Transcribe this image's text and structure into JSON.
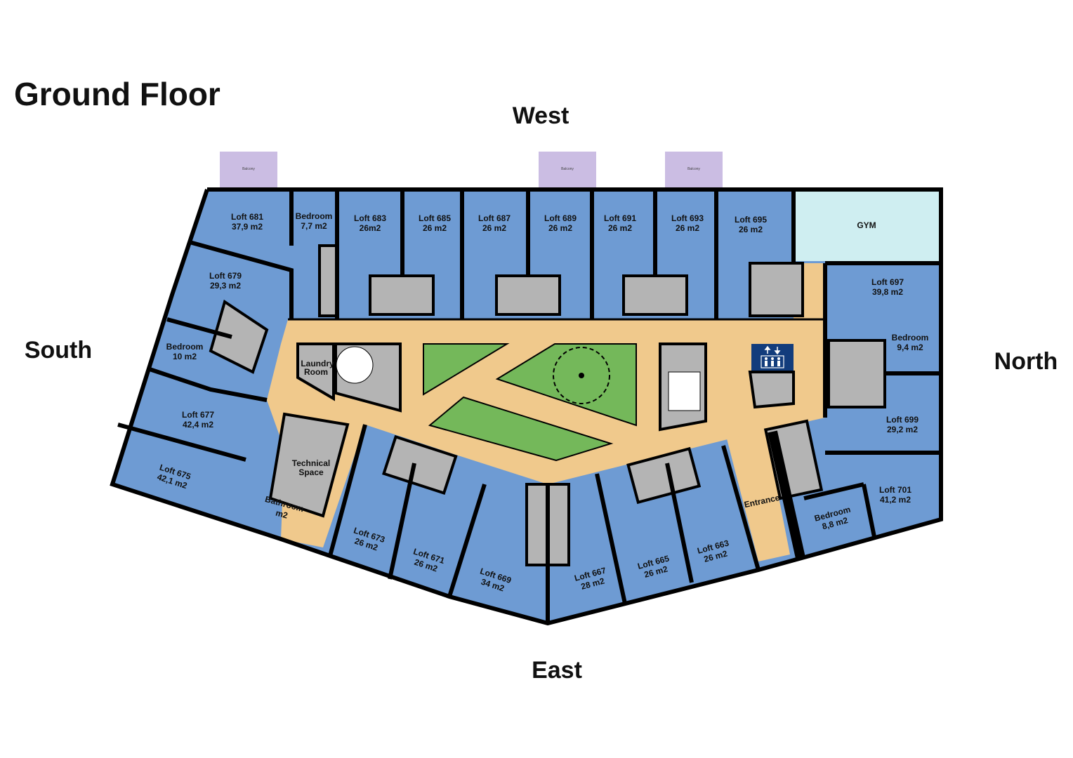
{
  "title": "Ground Floor",
  "compass": {
    "west": "West",
    "south": "South",
    "north": "North",
    "east": "East"
  },
  "balcony_label": "Balcony",
  "colors": {
    "room": "#6e9bd3",
    "corridor": "#f0c98c",
    "core": "#b4b4b4",
    "lawn": "#74b85a",
    "gym": "#cfeef1",
    "balcony": "#cbbde3",
    "elevator": "#123c7c"
  },
  "rooms": [
    {
      "name": "Loft 681",
      "area": "37,9 m2"
    },
    {
      "name": "Bedroom",
      "area": "7,7 m2"
    },
    {
      "name": "Loft 683",
      "area": "26m2"
    },
    {
      "name": "Loft 685",
      "area": "26 m2"
    },
    {
      "name": "Loft 687",
      "area": "26 m2"
    },
    {
      "name": "Loft 689",
      "area": "26 m2"
    },
    {
      "name": "Loft 691",
      "area": "26 m2"
    },
    {
      "name": "Loft 693",
      "area": "26 m2"
    },
    {
      "name": "Loft 695",
      "area": "26 m2"
    },
    {
      "name": "GYM",
      "area": ""
    },
    {
      "name": "Loft 679",
      "area": "29,3 m2"
    },
    {
      "name": "Loft 697",
      "area": "39,8 m2"
    },
    {
      "name": "Bedroom",
      "area": "10 m2"
    },
    {
      "name": "Bedroom",
      "area": "9,4 m2"
    },
    {
      "name": "Loft 677",
      "area": "42,4 m2"
    },
    {
      "name": "Loft 699",
      "area": "29,2 m2"
    },
    {
      "name": "Loft 675",
      "area": "42,1 m2"
    },
    {
      "name": "Bathroom",
      "area": "m2"
    },
    {
      "name": "Technical",
      "area": "Space"
    },
    {
      "name": "Entrance",
      "area": ""
    },
    {
      "name": "Loft 701",
      "area": "41,2 m2"
    },
    {
      "name": "Bedroom",
      "area": "8,8 m2"
    },
    {
      "name": "Loft 673",
      "area": "26 m2"
    },
    {
      "name": "Loft 671",
      "area": "26 m2"
    },
    {
      "name": "Loft 669",
      "area": "34 m2"
    },
    {
      "name": "Loft 667",
      "area": "28 m2"
    },
    {
      "name": "Loft 665",
      "area": "26 m2"
    },
    {
      "name": "Loft 663",
      "area": "26 m2"
    }
  ],
  "laundry": {
    "line1": "Laundry",
    "line2": "Room"
  }
}
